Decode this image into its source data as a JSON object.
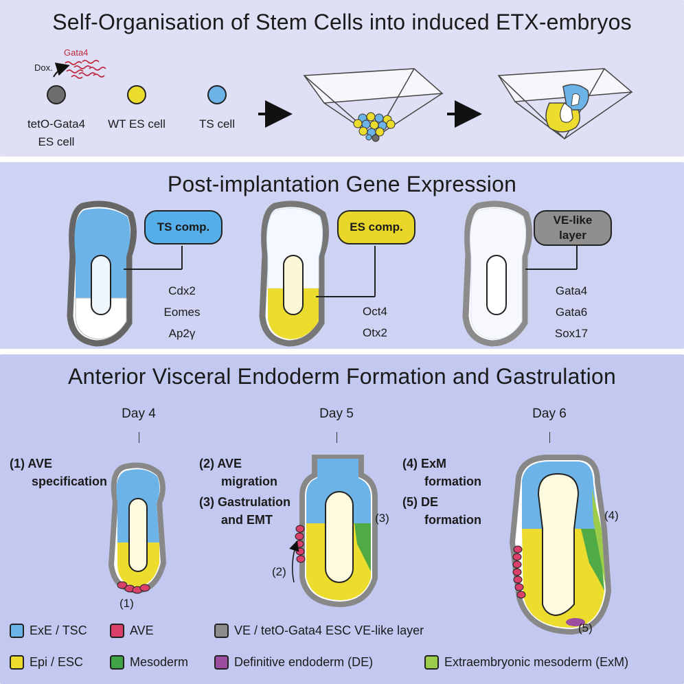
{
  "panel1": {
    "title": "Self-Organisation of Stem Cells into induced ETX-embryos",
    "gata4_label": "Gata4",
    "dox_label": "Dox.",
    "cells": [
      {
        "line1": "tetO-Gata4",
        "line2": "ES cell",
        "color": "#6e6e6e"
      },
      {
        "line1": "WT ES cell",
        "line2": "",
        "color": "#ecdc2e"
      },
      {
        "line1": "TS cell",
        "line2": "",
        "color": "#6cb3e8"
      }
    ]
  },
  "panel2": {
    "title": "Post-implantation Gene Expression",
    "comps": [
      {
        "label": "TS comp.",
        "color": "#56aee8",
        "genes": [
          "Cdx2",
          "Eomes",
          "Ap2γ"
        ]
      },
      {
        "label": "ES comp.",
        "color": "#e8d62a",
        "genes": [
          "Oct4",
          "Otx2"
        ]
      },
      {
        "label_line1": "VE-like",
        "label_line2": "layer",
        "color": "#8f8f8f",
        "genes": [
          "Gata4",
          "Gata6",
          "Sox17"
        ]
      }
    ]
  },
  "panel3": {
    "title": "Anterior Visceral Endoderm Formation and Gastrulation",
    "days": [
      "Day 4",
      "Day 5",
      "Day 6"
    ],
    "steps": {
      "s1a": "(1) AVE",
      "s1b": "specification",
      "s2a": "(2) AVE",
      "s2b": "migration",
      "s3a": "(3) Gastrulation",
      "s3b": "and EMT",
      "s4a": "(4) ExM",
      "s4b": "formation",
      "s5a": "(5) DE",
      "s5b": "formation"
    },
    "markers": [
      "(1)",
      "(2)",
      "(3)",
      "(4)",
      "(5)"
    ],
    "legend": [
      {
        "label": "ExE / TSC",
        "color": "#6cb3e8"
      },
      {
        "label": "AVE",
        "color": "#d9416a"
      },
      {
        "label": "VE / tetO-Gata4 ESC VE-like layer",
        "color": "#8c8c8c"
      },
      {
        "label": "Epi / ESC",
        "color": "#ecdc2e"
      },
      {
        "label": "Mesoderm",
        "color": "#3fa448"
      },
      {
        "label": "Definitive endoderm (DE)",
        "color": "#9b4d9f"
      },
      {
        "label": "Extraembryonic mesoderm (ExM)",
        "color": "#9dcc4a"
      }
    ]
  }
}
